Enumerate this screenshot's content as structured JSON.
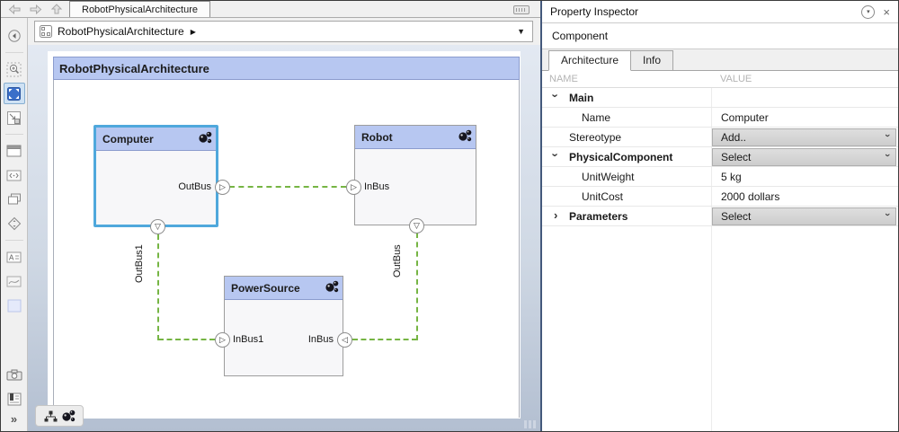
{
  "tab_bar": {
    "tab_title": "RobotPhysicalArchitecture"
  },
  "breadcrumb": {
    "path": "RobotPhysicalArchitecture",
    "caret": "▶",
    "dropdown_arrow": "▼"
  },
  "diagram": {
    "title": "RobotPhysicalArchitecture",
    "blocks": [
      {
        "name": "Computer",
        "selected": true
      },
      {
        "name": "Robot",
        "selected": false
      },
      {
        "name": "PowerSource",
        "selected": false
      }
    ],
    "port_labels": {
      "computer_outbus": "OutBus",
      "robot_inbus": "InBus",
      "powersource_inbus1": "InBus1",
      "powersource_inbus": "InBus",
      "left_connector": "OutBus1",
      "right_connector": "OutBus"
    }
  },
  "inspector": {
    "title": "Property Inspector",
    "context": "Component",
    "tabs": [
      {
        "label": "Architecture"
      },
      {
        "label": "Info"
      }
    ],
    "columns": {
      "name": "NAME",
      "value": "VALUE"
    },
    "rows": [
      {
        "label": "Main",
        "value": ""
      },
      {
        "label": "Name",
        "value": "Computer"
      },
      {
        "label": "Stereotype",
        "value": "Add.."
      },
      {
        "label": "PhysicalComponent",
        "value": "Select"
      },
      {
        "label": "UnitWeight",
        "value": "5 kg"
      },
      {
        "label": "UnitCost",
        "value": "2000 dollars"
      },
      {
        "label": "Parameters",
        "value": "Select"
      }
    ],
    "close_glyph": "×",
    "menu_glyph": "▾"
  },
  "icons": {
    "tri_right": "▷",
    "tri_left": "◁",
    "tri_down": "▽",
    "chevron": "›",
    "expand_more": "»"
  },
  "colors": {
    "selection_blue": "#4FA8DC",
    "connector_green": "#76B544",
    "header_fill": "#B7C7F1"
  }
}
